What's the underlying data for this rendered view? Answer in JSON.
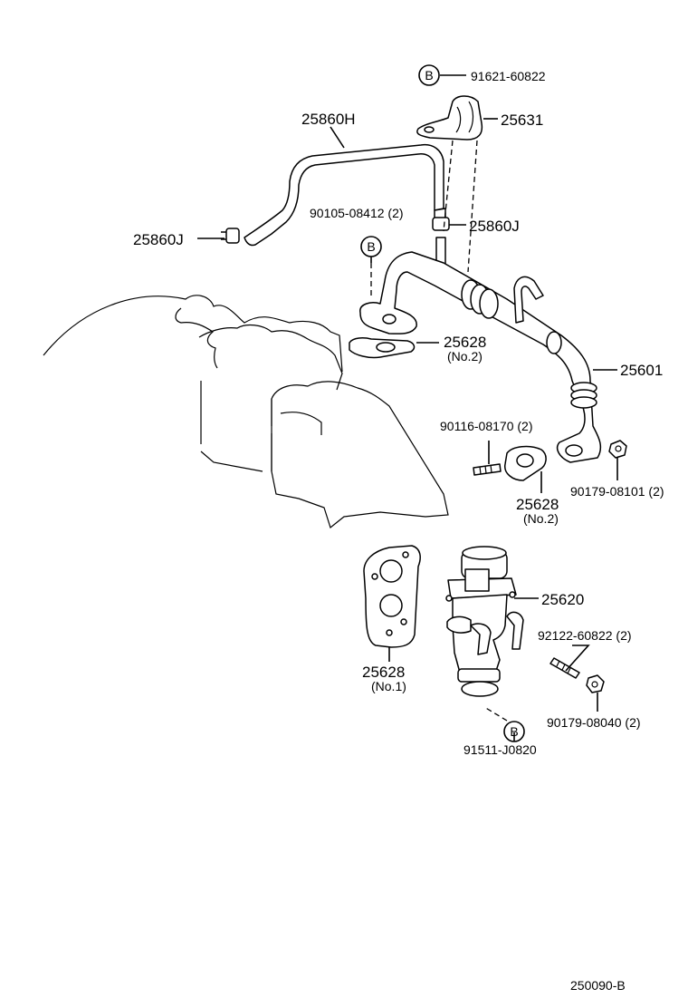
{
  "callout_letter": "B",
  "labels": {
    "p91621": "91621-60822",
    "p25631": "25631",
    "p25860H": "25860H",
    "p90105": "90105-08412 (2)",
    "p25860J_right": "25860J",
    "p25860J_left": "25860J",
    "p25628_top": "25628",
    "p25628_top_sub": "(No.2)",
    "p25601": "25601",
    "p90116": "90116-08170 (2)",
    "p25628_mid": "25628",
    "p25628_mid_sub": "(No.2)",
    "p90179_a": "90179-08101 (2)",
    "p25620": "25620",
    "p92122": "92122-60822 (2)",
    "p25628_low": "25628",
    "p25628_low_sub": "(No.1)",
    "p90179_b": "90179-08040 (2)",
    "p91511": "91511-J0820"
  },
  "diagram_code": "250090-B"
}
